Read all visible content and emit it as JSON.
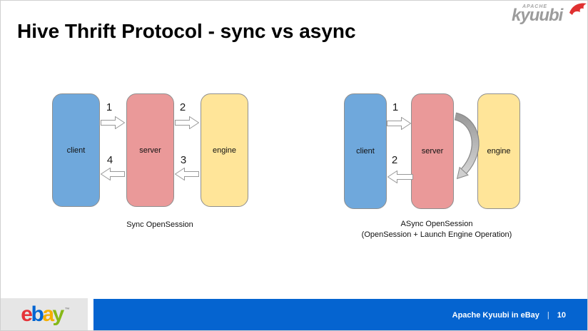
{
  "slide": {
    "title": "Hive Thrift Protocol - sync vs async"
  },
  "brand_logo": {
    "top_text": "APACHE",
    "name": "kyuubi",
    "mark": "kyuubi-red-flame-icon"
  },
  "colors": {
    "client_box": "#6fa8dc",
    "server_box": "#ea9999",
    "engine_box": "#ffe599",
    "footer_bar": "#0564d0",
    "ebay_panel_gray": "#e6e6e6",
    "logo_gray": "#9c9c9c",
    "logo_red": "#e03131"
  },
  "diagrams": {
    "sync": {
      "caption": "Sync OpenSession",
      "boxes": {
        "client": "client",
        "server": "server",
        "engine": "engine"
      },
      "steps": {
        "s1": "1",
        "s2": "2",
        "s3": "3",
        "s4": "4"
      }
    },
    "async": {
      "caption_line1": "ASync OpenSession",
      "caption_line2": "(OpenSession + Launch Engine Operation)",
      "boxes": {
        "client": "client",
        "server": "server",
        "engine": "engine"
      },
      "steps": {
        "s1": "1",
        "s2": "2"
      }
    }
  },
  "icons": {
    "sync_flow": "white-block-arrow",
    "async_loop": "gray-curved-arrow"
  },
  "footer": {
    "ebay_letters": {
      "l1": "e",
      "l2": "b",
      "l3": "a",
      "l4": "y"
    },
    "trademark": "™",
    "label": "Apache Kyuubi in eBay",
    "separator": "|",
    "page_number": "10"
  }
}
